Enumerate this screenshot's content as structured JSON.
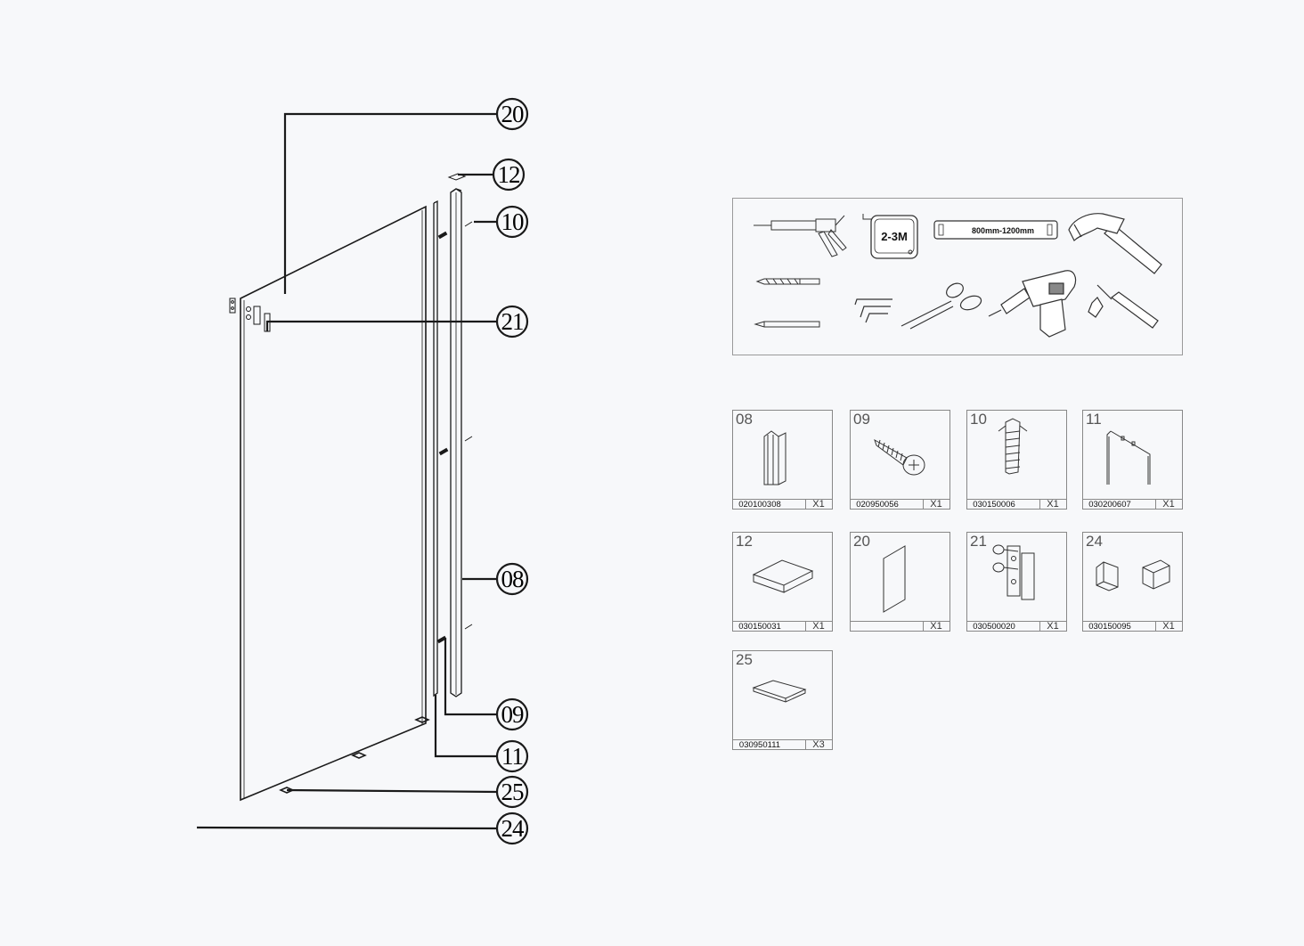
{
  "diagram": {
    "callouts": [
      {
        "id": "20",
        "label": "20"
      },
      {
        "id": "12",
        "label": "12"
      },
      {
        "id": "10",
        "label": "10"
      },
      {
        "id": "21",
        "label": "21"
      },
      {
        "id": "08",
        "label": "08"
      },
      {
        "id": "09",
        "label": "09"
      },
      {
        "id": "11",
        "label": "11"
      },
      {
        "id": "25",
        "label": "25"
      },
      {
        "id": "24",
        "label": "24"
      }
    ]
  },
  "tools": {
    "tape_label": "2-3M",
    "level_label": "800mm-1200mm",
    "items": [
      "caulking-gun",
      "tape-measure",
      "spirit-level",
      "hammer",
      "drill-bit",
      "hex-keys",
      "scissors",
      "power-drill",
      "pencil",
      "screwdriver"
    ]
  },
  "parts": [
    {
      "num": "08",
      "code": "020100308",
      "qty": "X1",
      "icon": "profile-channel-icon"
    },
    {
      "num": "09",
      "code": "020950056",
      "qty": "X1",
      "icon": "screw-icon"
    },
    {
      "num": "10",
      "code": "030150006",
      "qty": "X1",
      "icon": "wall-plug-icon"
    },
    {
      "num": "11",
      "code": "030200607",
      "qty": "X1",
      "icon": "wall-profile-icon"
    },
    {
      "num": "12",
      "code": "030150031",
      "qty": "X1",
      "icon": "end-cap-icon"
    },
    {
      "num": "20",
      "code": "",
      "qty": "X1",
      "icon": "glass-panel-icon"
    },
    {
      "num": "21",
      "code": "030500020",
      "qty": "X1",
      "icon": "glass-clamp-icon"
    },
    {
      "num": "24",
      "code": "030150095",
      "qty": "X1",
      "icon": "corner-block-icon"
    },
    {
      "num": "25",
      "code": "030950111",
      "qty": "X3",
      "icon": "glass-pad-icon"
    }
  ]
}
